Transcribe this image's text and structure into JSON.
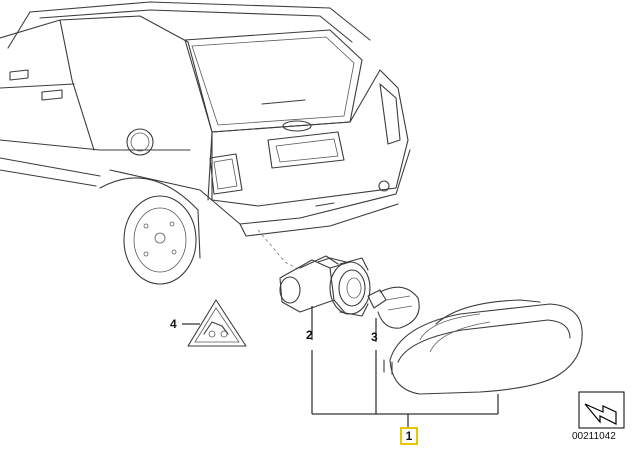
{
  "diagram": {
    "callouts": {
      "part_1": "1",
      "part_2": "2",
      "part_3": "3",
      "part_4": "4"
    },
    "reference_number": "00211042",
    "highlight_color": "#e8c500",
    "line_color": "#3c3c3c"
  }
}
